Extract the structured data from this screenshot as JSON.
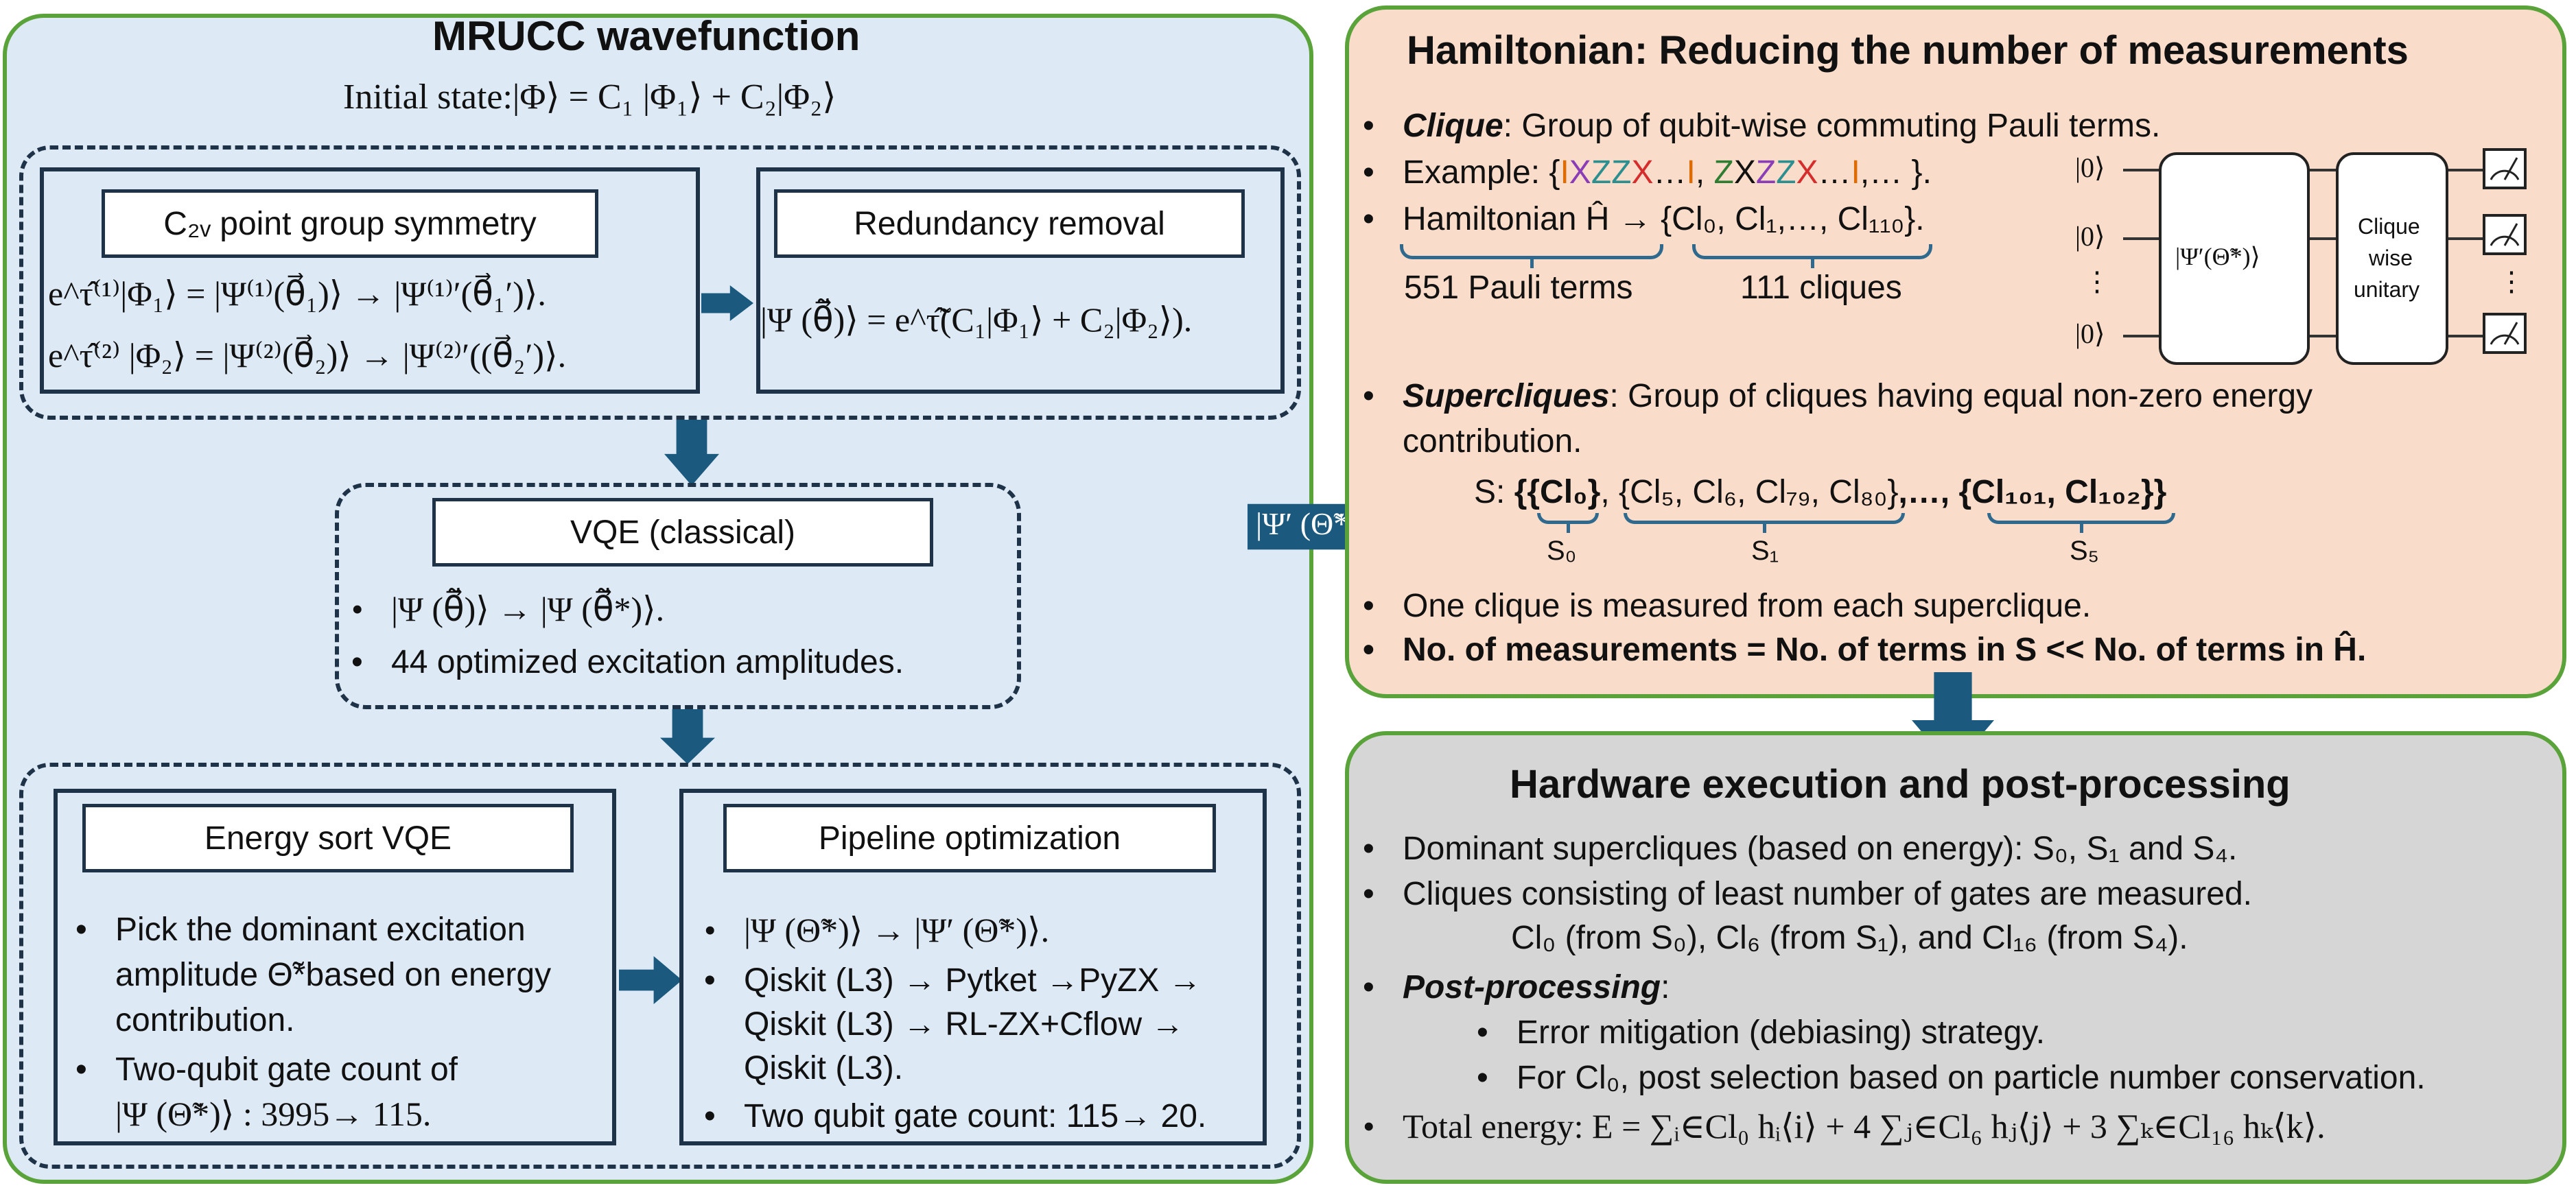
{
  "left": {
    "title": "MRUCC wavefunction",
    "initial_state": "Initial state:|Φ⟩ =  C₁ |Φ₁⟩ + C₂|Φ₂⟩",
    "c2v": {
      "label": "C₂ᵥ point group symmetry",
      "line1": "e^τ̂⁽¹⁾|Φ₁⟩ = |Ψ⁽¹⁾(θ⃗₁)⟩ → |Ψ⁽¹⁾′(θ⃗₁′)⟩.",
      "line2": "e^τ̂⁽²⁾ |Φ₂⟩ = |Ψ⁽²⁾(θ⃗₂)⟩ → |Ψ⁽²⁾′((θ⃗₂′)⟩."
    },
    "redundancy": {
      "label": "Redundancy removal",
      "line": "|Ψ (θ⃗̃)⟩ = e^τ̃̂(C₁|Φ₁⟩ + C₂|Φ₂⟩)."
    },
    "vqe": {
      "label": "VQE (classical)",
      "bullet1": "|Ψ (θ⃗̃)⟩ → |Ψ (θ⃗̃*)⟩.",
      "bullet2": "44 optimized excitation amplitudes."
    },
    "energy_sort": {
      "label": "Energy sort VQE",
      "b1_l1": "Pick the dominant excitation",
      "b1_l2": "amplitude Θ̃*based on energy",
      "b1_l3": "contribution.",
      "b2_l1": "Two-qubit gate count of",
      "b2_l2": "|Ψ (Θ̃*)⟩ : 3995→ 115."
    },
    "pipeline": {
      "label": "Pipeline optimization",
      "b1": "|Ψ (Θ̃*)⟩ → |Ψ′ (Θ̃*)⟩.",
      "b2_l1": "Qiskit (L3) → Pytket →PyZX  →",
      "b2_l2": "Qiskit (L3) → RL-ZX+Cflow →",
      "b2_l3": "Qiskit (L3).",
      "b3": "Two qubit gate count: 115→ 20."
    }
  },
  "connector_label": "|Ψ′ (Θ̃*)⟩",
  "hamiltonian": {
    "title": "Hamiltonian: Reducing the number of measurements",
    "clique_head": "Clique",
    "clique_text": ": Group of qubit-wise commuting Pauli terms.",
    "example_label": "Example:  {",
    "example_t1": [
      "I",
      "X",
      "Z",
      "Z",
      "X",
      "…",
      "I"
    ],
    "example_t2": [
      "Z",
      "X",
      "Z",
      "Z",
      "X",
      "…",
      "I"
    ],
    "example_tail": ",… }.",
    "ham_line": "Hamiltonian Ĥ → {Cl₀, Cl₁,…, Cl₁₁₀}.",
    "pauli_terms": "551 Pauli terms",
    "cliques_count": "111 cliques",
    "circuit": {
      "kets": [
        "|0⟩",
        "|0⟩",
        "⋮",
        "|0⟩"
      ],
      "state_label": "|Ψ′(Θ̃*)⟩",
      "unitary_l1": "Clique",
      "unitary_l2": "wise",
      "unitary_l3": "unitary",
      "dots": "⋮"
    },
    "superclique_head": "Supercliques",
    "superclique_l1": ": Group of cliques having equal non-zero energy",
    "superclique_l2": "contribution.",
    "s_prefix": "S: ",
    "s_g0": "{{Cl₀}",
    "s_g1": ", {Cl₅, Cl₆, Cl₇₉, Cl₈₀}",
    "s_g2": ",…, {Cl₁₀₁, Cl₁₀₂}}",
    "s0": "S₀",
    "s1": "S₁",
    "s5": "S₅",
    "measured": "One clique is measured from each superclique.",
    "num_measurements": "No. of measurements = No. of terms in S << No. of terms in Ĥ."
  },
  "hardware": {
    "title": "Hardware execution and post-processing",
    "dominant": "Dominant supercliques (based on energy): S₀, S₁ and S₄.",
    "cliques_l1": "Cliques consisting of least number of gates are measured.",
    "cliques_l2": "Cl₀ (from S₀), Cl₆ (from S₁), and Cl₁₆ (from S₄).",
    "post_head": "Post-processing",
    "post_colon": ":",
    "error_mitigation": "Error mitigation (debiasing) strategy.",
    "post_selection": "For Cl₀,  post selection based on particle number conservation.",
    "total_energy": "Total energy: E =  ∑ᵢ∈Cl₀ hᵢ⟨i⟩ + 4 ∑ⱼ∈Cl₆ hⱼ⟨j⟩ + 3 ∑ₖ∈Cl₁₆ hₖ⟨k⟩."
  },
  "colors": {
    "left_bg": "#dde9f4",
    "ham_bg": "#f9dcc9",
    "hw_bg": "#d6d6d6",
    "panel_border": "#5aa33a",
    "arrow": "#1b5a7e"
  }
}
